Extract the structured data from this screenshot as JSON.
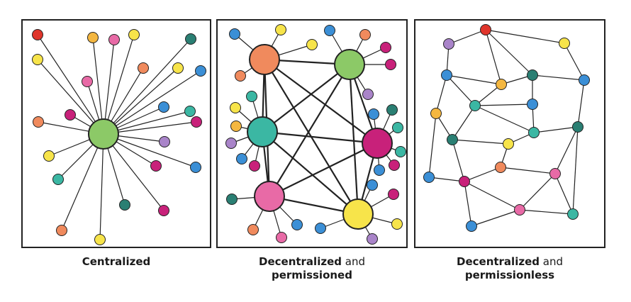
{
  "captions": {
    "centralized": "Centralized",
    "permissioned_bold": "Decentralized",
    "permissioned_and": "and",
    "permissioned_line2": "permissioned",
    "permissionless_bold": "Decentralized",
    "permissionless_and": "and",
    "permissionless_line2": "permissionless"
  },
  "colors": {
    "red": "#e0352b",
    "yellow": "#f7e44a",
    "orange": "#f08a5d",
    "gold": "#f4b740",
    "pink": "#e86aa6",
    "magenta": "#c8217a",
    "teal": "#2a7f73",
    "aqua": "#3bb7a3",
    "blue": "#3b8fd6",
    "purple": "#a984c9",
    "green": "#8cc967"
  }
}
